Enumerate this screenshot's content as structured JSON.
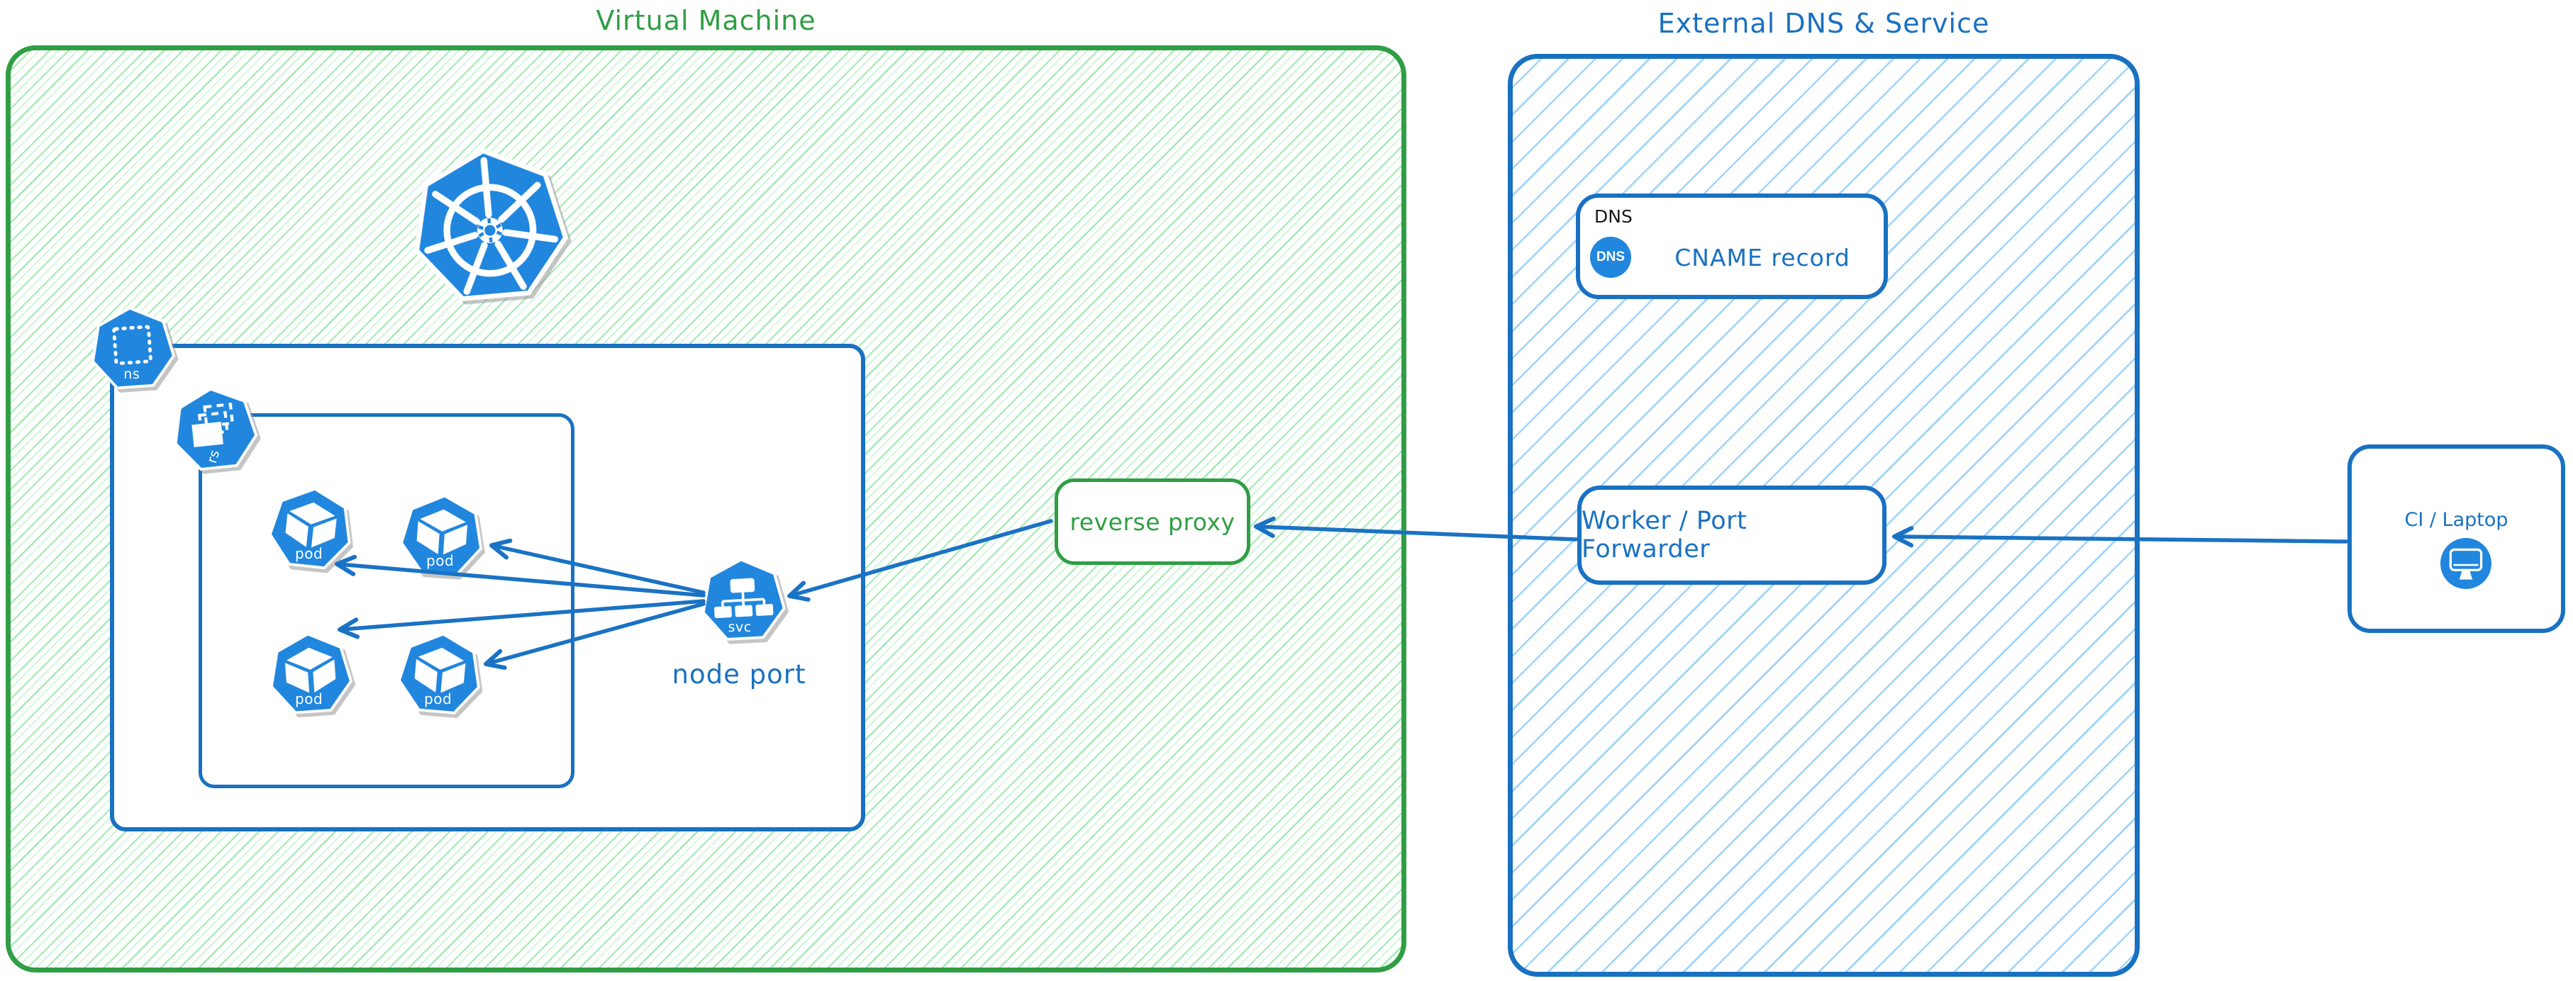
{
  "vm": {
    "title": "Virtual Machine"
  },
  "external": {
    "title": "External DNS & Service"
  },
  "icons": {
    "pod": {
      "label": "pod"
    },
    "svc": {
      "label": "svc"
    },
    "ns": {
      "label": "ns"
    },
    "rs": {
      "label": "rs"
    }
  },
  "node_port": {
    "label": "node port"
  },
  "reverse_proxy": {
    "label": "reverse proxy"
  },
  "dns": {
    "header": "DNS",
    "badge": "DNS",
    "record": "CNAME record"
  },
  "worker": {
    "label": "Worker / Port Forwarder"
  },
  "ci": {
    "label": "CI / Laptop"
  },
  "colors": {
    "green_stroke": "#2f9e44",
    "green_hatch": "#a4eab3",
    "blue_stroke": "#1971c2",
    "blue_hatch": "#9fd4fa",
    "icon_blue": "#2186dd",
    "arrow_blue": "#1a72c4"
  },
  "connections": [
    {
      "from": "CI / Laptop",
      "to": "Worker / Port Forwarder"
    },
    {
      "from": "Worker / Port Forwarder",
      "to": "reverse proxy"
    },
    {
      "from": "reverse proxy",
      "to": "node port (svc)"
    },
    {
      "from": "node port (svc)",
      "to": "pod 1"
    },
    {
      "from": "node port (svc)",
      "to": "pod 2"
    },
    {
      "from": "node port (svc)",
      "to": "pod 3"
    },
    {
      "from": "node port (svc)",
      "to": "pod 4"
    }
  ]
}
